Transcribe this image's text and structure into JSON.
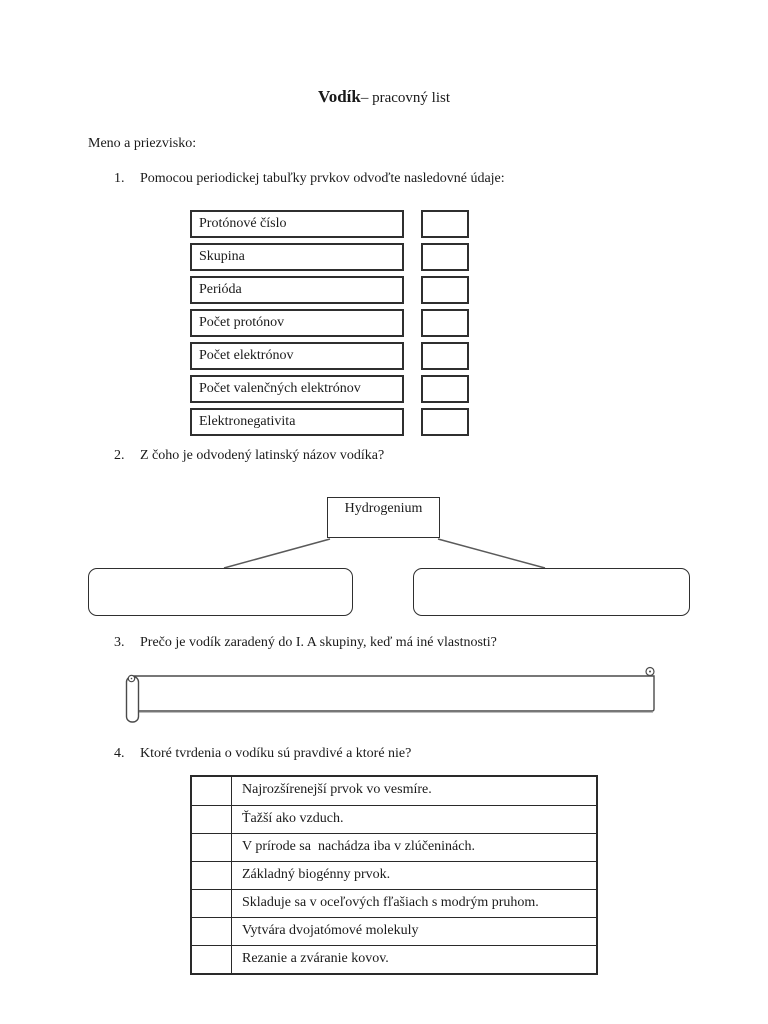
{
  "title": {
    "bold": "Vodík",
    "rest": "– pracovný list"
  },
  "name_label": "Meno a priezvisko:",
  "questions": [
    {
      "num": "1.",
      "text": "Pomocou periodickej tabuľky prvkov odvoďte nasledovné údaje:"
    },
    {
      "num": "2.",
      "text": "Z čoho je odvodený latinský názov vodíka?"
    },
    {
      "num": "3.",
      "text": "Prečo je vodík zaradený do I. A skupiny, keď má iné vlastnosti?"
    },
    {
      "num": "4.",
      "text": "Ktoré tvrdenia o vodíku sú pravdivé a ktoré nie?"
    }
  ],
  "properties_table": {
    "rows": [
      "Protónové číslo",
      "Skupina",
      "Perióda",
      "Počet protónov",
      "Počet elektrónov",
      "Počet valenčných elektrónov",
      "Elektronegativita"
    ]
  },
  "diagram": {
    "root": "Hydrogenium"
  },
  "statements_table": {
    "rows": [
      "Najrozšírenejší prvok vo vesmíre.",
      "Ťažší ako vzduch.",
      "V prírode sa  nachádza iba v zlúčeninách.",
      "Základný biogénny prvok.",
      "Skladuje sa v oceľových fľašiach s modrým pruhom.",
      "Vytvára dvojatómové molekuly",
      "Rezanie a zváranie kovov."
    ]
  },
  "colors": {
    "page_background": "#ffffff",
    "text": "#1a1a1a",
    "border": "#2f2f2f"
  }
}
